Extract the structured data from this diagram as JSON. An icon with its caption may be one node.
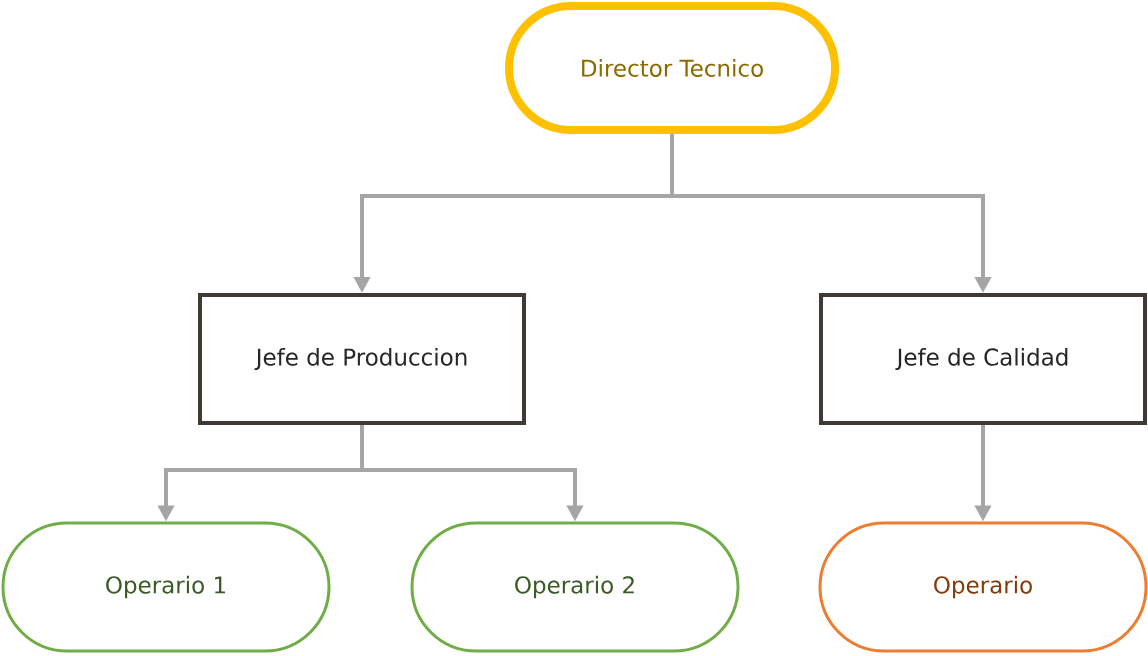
{
  "diagram": {
    "nodes": [
      {
        "text": [
          "Director Tecnico"
        ]
      },
      {
        "text": [
          "Jefe de Produccion"
        ]
      },
      {
        "text": [
          "Jefe de Calidad"
        ]
      },
      {
        "text": [
          "Operario 1"
        ]
      },
      {
        "text": [
          "Operario 2"
        ]
      },
      {
        "text": [
          "Operario"
        ]
      }
    ],
    "edges": [
      {
        "from": 0,
        "to": 1,
        "arrow": "to"
      },
      {
        "from": 0,
        "to": 2,
        "arrow": "to"
      },
      {
        "from": 1,
        "to": 3,
        "arrow": "to"
      },
      {
        "from": 1,
        "to": 4,
        "arrow": "to"
      },
      {
        "from": 2,
        "to": 5,
        "arrow": "to"
      }
    ]
  }
}
